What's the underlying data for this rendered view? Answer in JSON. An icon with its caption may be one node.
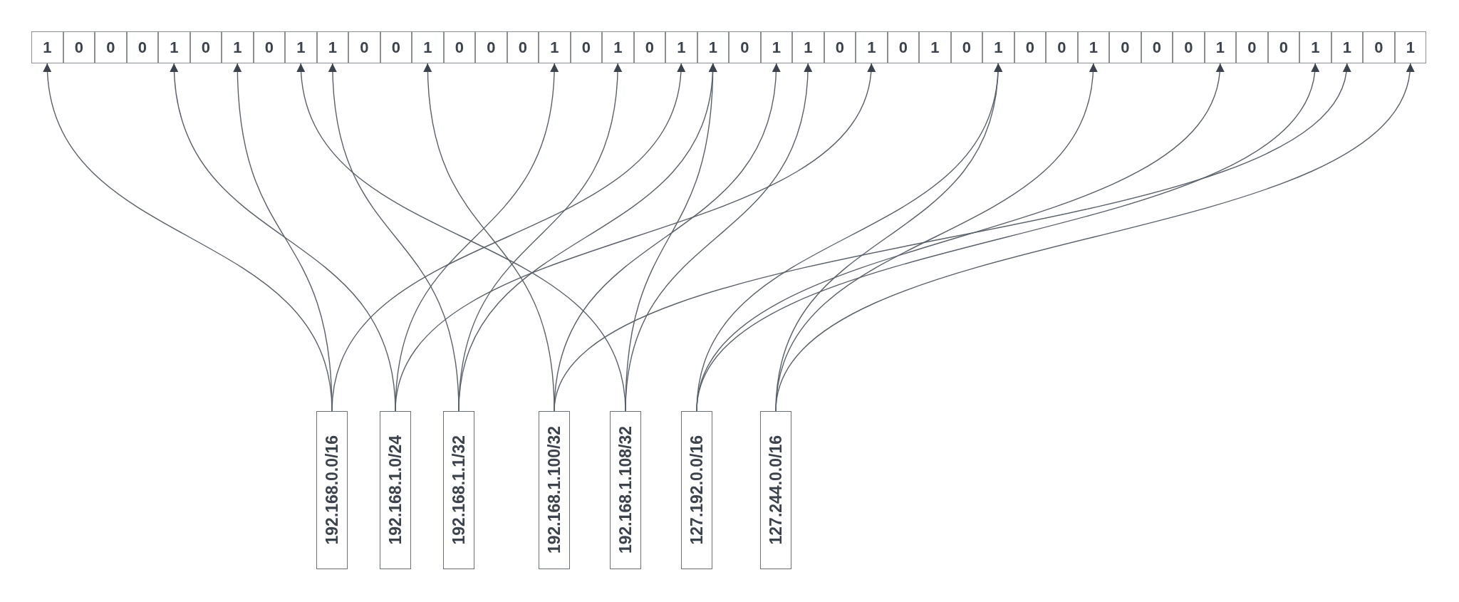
{
  "diagram": {
    "nodes": [
      {
        "text": [
          "1"
        ]
      },
      {
        "text": [
          "0"
        ]
      },
      {
        "text": [
          "0"
        ]
      },
      {
        "text": [
          "0"
        ]
      },
      {
        "text": [
          "1"
        ]
      },
      {
        "text": [
          "0"
        ]
      },
      {
        "text": [
          "1"
        ]
      },
      {
        "text": [
          "0"
        ]
      },
      {
        "text": [
          "1"
        ]
      },
      {
        "text": [
          "1"
        ]
      },
      {
        "text": [
          "0"
        ]
      },
      {
        "text": [
          "0"
        ]
      },
      {
        "text": [
          "1"
        ]
      },
      {
        "text": [
          "0"
        ]
      },
      {
        "text": [
          "0"
        ]
      },
      {
        "text": [
          "0"
        ]
      },
      {
        "text": [
          "1"
        ]
      },
      {
        "text": [
          "0"
        ]
      },
      {
        "text": [
          "1"
        ]
      },
      {
        "text": [
          "0"
        ]
      },
      {
        "text": [
          "1"
        ]
      },
      {
        "text": [
          "1"
        ]
      },
      {
        "text": [
          "0"
        ]
      },
      {
        "text": [
          "1"
        ]
      },
      {
        "text": [
          "1"
        ]
      },
      {
        "text": [
          "0"
        ]
      },
      {
        "text": [
          "1"
        ]
      },
      {
        "text": [
          "0"
        ]
      },
      {
        "text": [
          "1"
        ]
      },
      {
        "text": [
          "0"
        ]
      },
      {
        "text": [
          "1"
        ]
      },
      {
        "text": [
          "0"
        ]
      },
      {
        "text": [
          "0"
        ]
      },
      {
        "text": [
          "1"
        ]
      },
      {
        "text": [
          "0"
        ]
      },
      {
        "text": [
          "0"
        ]
      },
      {
        "text": [
          "0"
        ]
      },
      {
        "text": [
          "1"
        ]
      },
      {
        "text": [
          "0"
        ]
      },
      {
        "text": [
          "0"
        ]
      },
      {
        "text": [
          "1"
        ]
      },
      {
        "text": [
          "1"
        ]
      },
      {
        "text": [
          "0"
        ]
      },
      {
        "text": [
          "1"
        ]
      },
      {
        "text": [
          "192.168.0.0/16"
        ]
      },
      {
        "text": [
          "192.168.1.0/24"
        ]
      },
      {
        "text": [
          "192.168.1.1/32"
        ]
      },
      {
        "text": [
          "192.168.1.100/32"
        ]
      },
      {
        "text": [
          "192.168.1.108/32"
        ]
      },
      {
        "text": [
          "127.192.0.0/16"
        ]
      },
      {
        "text": [
          "127.244.0.0/16"
        ]
      }
    ],
    "edges": [
      {
        "from": 44,
        "to": 0,
        "arrow": "to"
      },
      {
        "from": 44,
        "to": 6,
        "arrow": "to"
      },
      {
        "from": 44,
        "to": 20,
        "arrow": "to"
      },
      {
        "from": 45,
        "to": 4,
        "arrow": "to"
      },
      {
        "from": 45,
        "to": 16,
        "arrow": "to"
      },
      {
        "from": 45,
        "to": 26,
        "arrow": "to"
      },
      {
        "from": 46,
        "to": 9,
        "arrow": "to"
      },
      {
        "from": 46,
        "to": 18,
        "arrow": "to"
      },
      {
        "from": 46,
        "to": 21,
        "arrow": "to"
      },
      {
        "from": 47,
        "to": 12,
        "arrow": "to"
      },
      {
        "from": 47,
        "to": 23,
        "arrow": "to"
      },
      {
        "from": 47,
        "to": 41,
        "arrow": "to"
      },
      {
        "from": 48,
        "to": 8,
        "arrow": "to"
      },
      {
        "from": 48,
        "to": 21,
        "arrow": "to"
      },
      {
        "from": 48,
        "to": 24,
        "arrow": "to"
      },
      {
        "from": 49,
        "to": 30,
        "arrow": "to"
      },
      {
        "from": 49,
        "to": 37,
        "arrow": "to"
      },
      {
        "from": 49,
        "to": 40,
        "arrow": "to"
      },
      {
        "from": 50,
        "to": 30,
        "arrow": "to"
      },
      {
        "from": 50,
        "to": 33,
        "arrow": "to"
      },
      {
        "from": 50,
        "to": 43,
        "arrow": "to"
      }
    ]
  }
}
